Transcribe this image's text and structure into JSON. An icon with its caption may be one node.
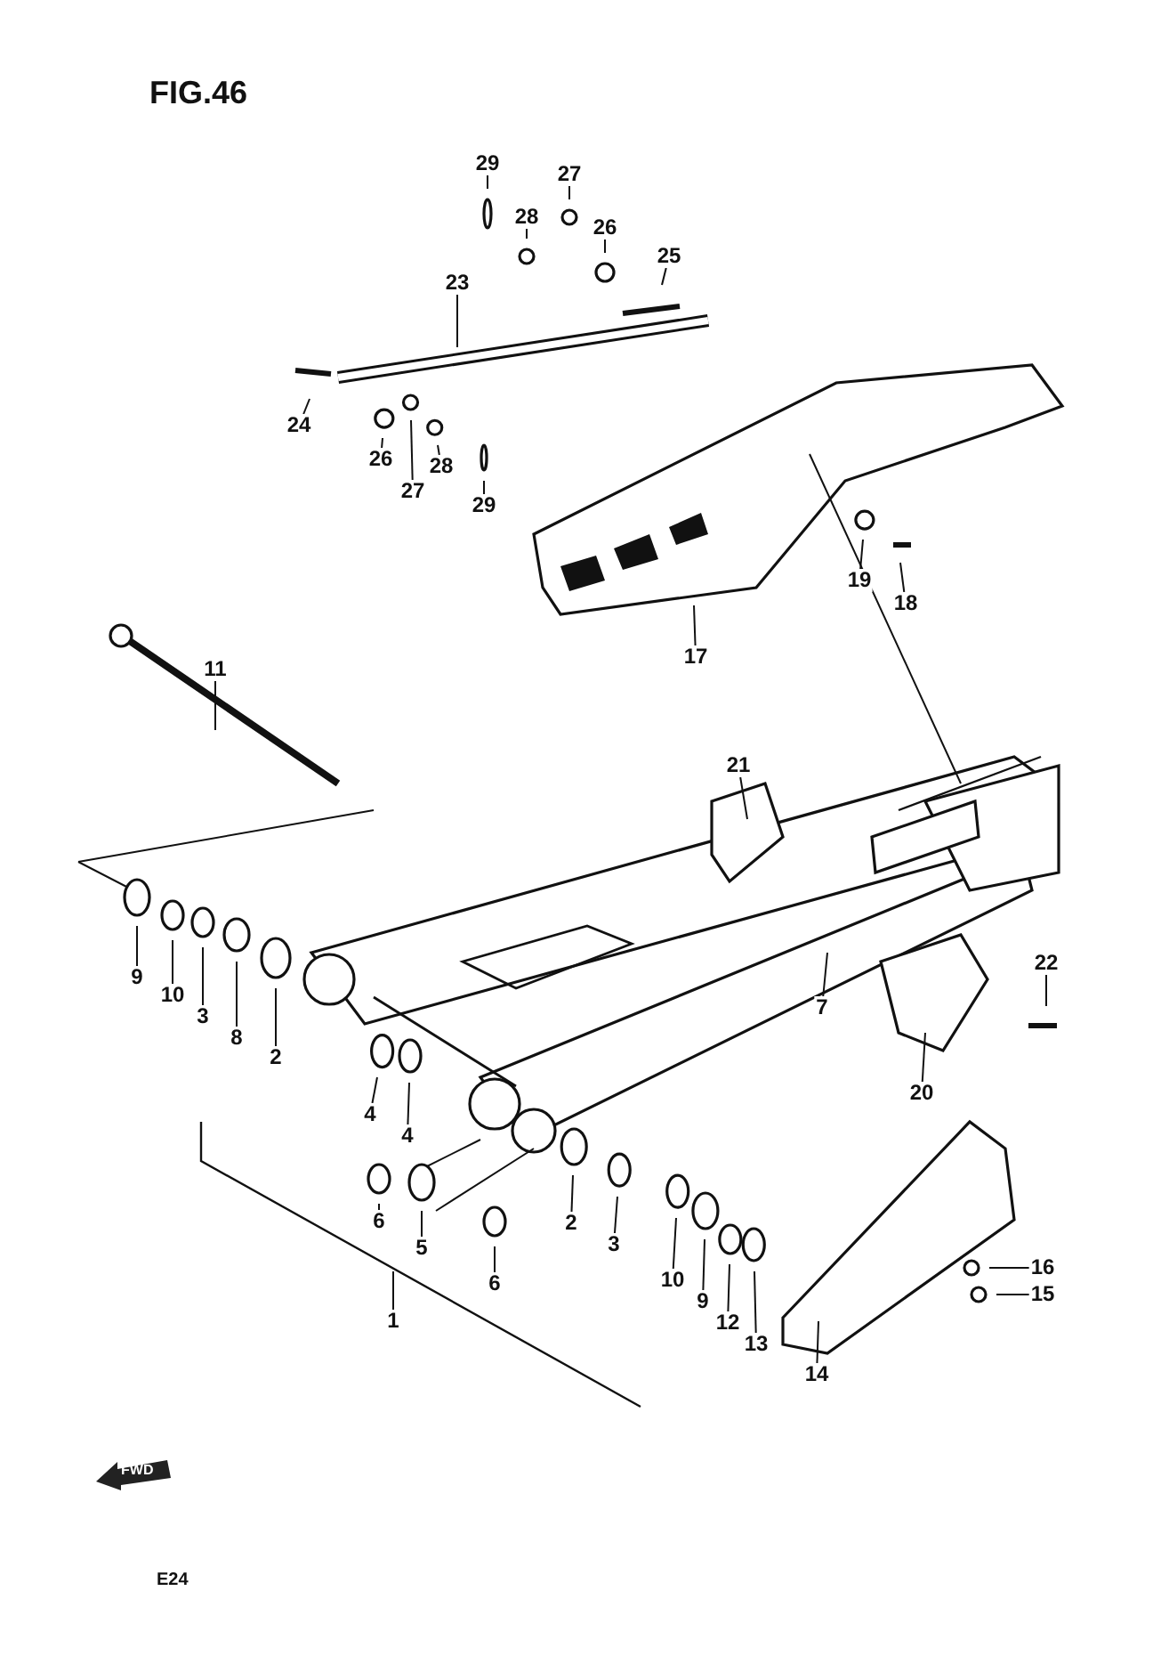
{
  "diagram": {
    "title": "FIG.46",
    "nodes": [
      {
        "text": [
          "29"
        ]
      },
      {
        "text": [
          "28"
        ]
      },
      {
        "text": [
          "27"
        ]
      },
      {
        "text": [
          "26"
        ]
      },
      {
        "text": [
          "25"
        ]
      },
      {
        "text": [
          "23"
        ]
      },
      {
        "text": [
          "24"
        ]
      },
      {
        "text": [
          "26"
        ]
      },
      {
        "text": [
          "27"
        ]
      },
      {
        "text": [
          "28"
        ]
      },
      {
        "text": [
          "29"
        ]
      },
      {
        "text": [
          "19"
        ]
      },
      {
        "text": [
          "18"
        ]
      },
      {
        "text": [
          "17"
        ]
      },
      {
        "text": [
          "11"
        ]
      },
      {
        "text": [
          "21"
        ]
      },
      {
        "text": [
          "9"
        ]
      },
      {
        "text": [
          "10"
        ]
      },
      {
        "text": [
          "3"
        ]
      },
      {
        "text": [
          "8"
        ]
      },
      {
        "text": [
          "2"
        ]
      },
      {
        "text": [
          "7"
        ]
      },
      {
        "text": [
          "22"
        ]
      },
      {
        "text": [
          "4"
        ]
      },
      {
        "text": [
          "4"
        ]
      },
      {
        "text": [
          "20"
        ]
      },
      {
        "text": [
          "6"
        ]
      },
      {
        "text": [
          "5"
        ]
      },
      {
        "text": [
          "6"
        ]
      },
      {
        "text": [
          "2"
        ]
      },
      {
        "text": [
          "3"
        ]
      },
      {
        "text": [
          "10"
        ]
      },
      {
        "text": [
          "9"
        ]
      },
      {
        "text": [
          "12"
        ]
      },
      {
        "text": [
          "13"
        ]
      },
      {
        "text": [
          "16"
        ]
      },
      {
        "text": [
          "15"
        ]
      },
      {
        "text": [
          "14"
        ]
      },
      {
        "text": [
          "1"
        ]
      }
    ],
    "edges": [
      {
        "from": 0,
        "to": null,
        "arrow": "none"
      },
      {
        "from": 1,
        "to": null,
        "arrow": "none"
      },
      {
        "from": 2,
        "to": null,
        "arrow": "none"
      },
      {
        "from": 3,
        "to": null,
        "arrow": "none"
      },
      {
        "from": 4,
        "to": null,
        "arrow": "none"
      },
      {
        "from": 5,
        "to": null,
        "arrow": "none"
      },
      {
        "from": 6,
        "to": null,
        "arrow": "none"
      },
      {
        "from": 7,
        "to": null,
        "arrow": "none"
      },
      {
        "from": 8,
        "to": null,
        "arrow": "none"
      },
      {
        "from": 9,
        "to": null,
        "arrow": "none"
      },
      {
        "from": 10,
        "to": null,
        "arrow": "none"
      },
      {
        "from": 11,
        "to": null,
        "arrow": "none"
      },
      {
        "from": 12,
        "to": null,
        "arrow": "none"
      },
      {
        "from": 13,
        "to": null,
        "arrow": "none"
      },
      {
        "from": 14,
        "to": null,
        "arrow": "none"
      },
      {
        "from": 15,
        "to": null,
        "arrow": "none"
      },
      {
        "from": 16,
        "to": null,
        "arrow": "none"
      },
      {
        "from": 17,
        "to": null,
        "arrow": "none"
      },
      {
        "from": 18,
        "to": null,
        "arrow": "none"
      },
      {
        "from": 19,
        "to": null,
        "arrow": "none"
      },
      {
        "from": 20,
        "to": null,
        "arrow": "none"
      },
      {
        "from": 21,
        "to": null,
        "arrow": "none"
      },
      {
        "from": 22,
        "to": null,
        "arrow": "none"
      },
      {
        "from": 23,
        "to": null,
        "arrow": "none"
      },
      {
        "from": 24,
        "to": null,
        "arrow": "none"
      },
      {
        "from": 25,
        "to": null,
        "arrow": "none"
      },
      {
        "from": 26,
        "to": null,
        "arrow": "none"
      },
      {
        "from": 27,
        "to": null,
        "arrow": "none"
      },
      {
        "from": 28,
        "to": null,
        "arrow": "none"
      },
      {
        "from": 29,
        "to": null,
        "arrow": "none"
      },
      {
        "from": 30,
        "to": null,
        "arrow": "none"
      },
      {
        "from": 31,
        "to": null,
        "arrow": "none"
      },
      {
        "from": 32,
        "to": null,
        "arrow": "none"
      },
      {
        "from": 33,
        "to": null,
        "arrow": "none"
      },
      {
        "from": 34,
        "to": null,
        "arrow": "none"
      },
      {
        "from": 35,
        "to": null,
        "arrow": "none"
      },
      {
        "from": 36,
        "to": null,
        "arrow": "none"
      },
      {
        "from": 37,
        "to": null,
        "arrow": "none"
      },
      {
        "from": 38,
        "to": null,
        "arrow": "none"
      }
    ],
    "labels": [
      "FWD",
      "E24"
    ]
  }
}
